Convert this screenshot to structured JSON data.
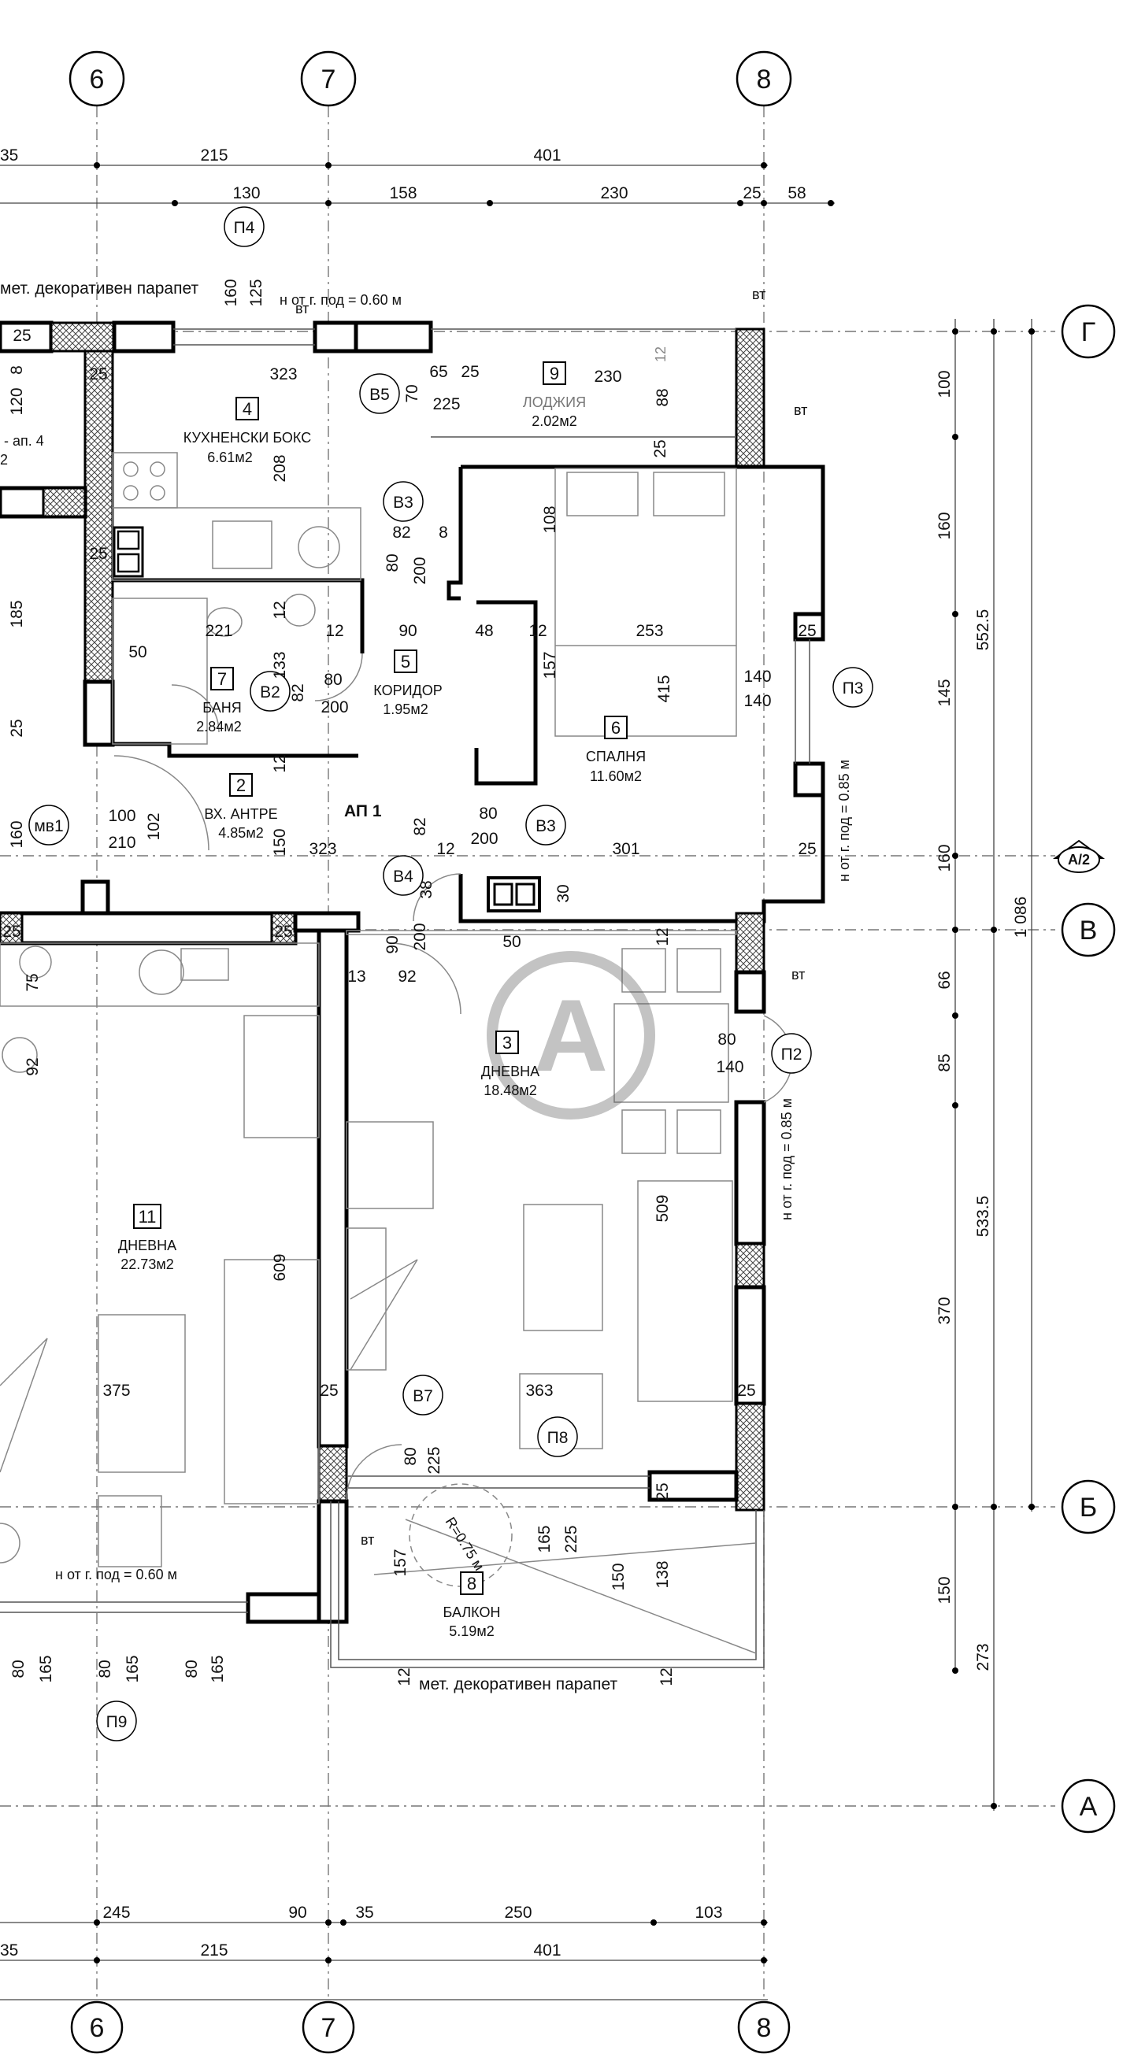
{
  "axes": {
    "vertical": [
      "6",
      "7",
      "8"
    ],
    "horizontal": [
      "Г",
      "В",
      "Б",
      "А"
    ],
    "section_marker": "А/2"
  },
  "dimensions": {
    "top_row1": [
      "35",
      "215",
      "401"
    ],
    "top_row2": [
      "130",
      "158",
      "230",
      "25",
      "58"
    ],
    "bottom_row1": [
      "245",
      "90",
      "35",
      "250",
      "103"
    ],
    "bottom_row2": [
      "35",
      "215",
      "401"
    ],
    "right_col1": [
      "100",
      "160",
      "145",
      "160",
      "66",
      "85",
      "370",
      "150"
    ],
    "right_col2": [
      "552.5",
      "533.5",
      "273"
    ],
    "right_total": "1 086",
    "interior": [
      "25",
      "25",
      "323",
      "70",
      "65",
      "25",
      "225",
      "230",
      "88",
      "12",
      "25",
      "120",
      "8",
      "160",
      "125",
      "208",
      "82",
      "8",
      "108",
      "80",
      "200",
      "25",
      "221",
      "12",
      "12",
      "90",
      "48",
      "12",
      "253",
      "25",
      "50",
      "133",
      "82",
      "80",
      "200",
      "157",
      "415",
      "140",
      "140",
      "185",
      "25",
      "12",
      "100",
      "102",
      "210",
      "150",
      "323",
      "82",
      "80",
      "200",
      "12",
      "301",
      "25",
      "38",
      "30",
      "12",
      "25",
      "25",
      "13",
      "92",
      "90",
      "200",
      "50",
      "80",
      "140",
      "75",
      "92",
      "509",
      "609",
      "375",
      "25",
      "363",
      "25",
      "80",
      "225",
      "157",
      "165",
      "225",
      "150",
      "138",
      "25",
      "80",
      "165",
      "80",
      "165",
      "80",
      "165",
      "12",
      "12",
      "160"
    ]
  },
  "notes": {
    "parapet_top": "мет. декоративен парапет",
    "parapet_bottom": "мет. декоративен парапет",
    "sill_060_top": "н от г. под = 0.60 м",
    "sill_060_bottom": "н от г. под = 0.60 м",
    "sill_085_upper": "н от г. под = 0.85 м",
    "sill_085_lower": "н от г. под = 0.85 м",
    "vt": "вт",
    "radius": "R=0.75 м",
    "ap_label": "АП 1",
    "left_ap4": "- ап. 4",
    "left_2": "2"
  },
  "rooms": [
    {
      "num": "9",
      "name": "ЛОДЖИЯ",
      "area": "2.02м2"
    },
    {
      "num": "4",
      "name": "КУХНЕНСКИ БОКС",
      "area": "6.61м2"
    },
    {
      "num": "7",
      "name": "БАНЯ",
      "area": "2.84м2"
    },
    {
      "num": "5",
      "name": "КОРИДОР",
      "area": "1.95м2"
    },
    {
      "num": "6",
      "name": "СПАЛНЯ",
      "area": "11.60м2"
    },
    {
      "num": "2",
      "name": "ВХ. АНТРЕ",
      "area": "4.85м2"
    },
    {
      "num": "3",
      "name": "ДНЕВНА",
      "area": "18.48м2"
    },
    {
      "num": "11",
      "name": "ДНЕВНА",
      "area": "22.73м2"
    },
    {
      "num": "8",
      "name": "БАЛКОН",
      "area": "5.19м2"
    }
  ],
  "openings": {
    "windows": [
      "П4",
      "П3",
      "П2",
      "П8",
      "П9"
    ],
    "doors": [
      "В5",
      "В3",
      "В2",
      "В3",
      "В4",
      "В7"
    ],
    "entry": "мв1"
  },
  "watermark": "A"
}
